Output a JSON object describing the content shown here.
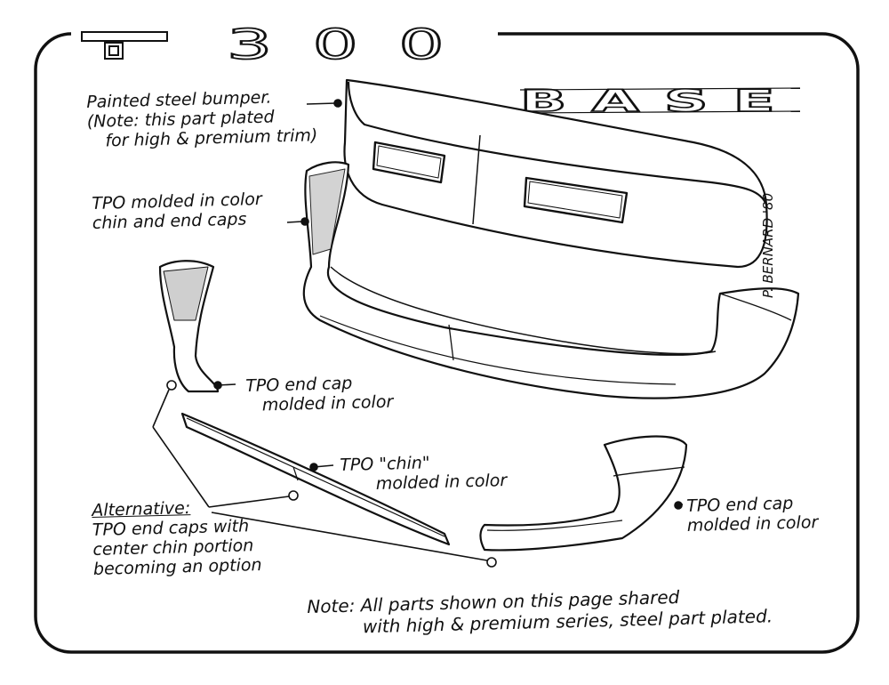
{
  "sheet": {
    "title_left_glyph": "T",
    "title": "300",
    "trim_badge": "BASE",
    "signature": "P. BERNARD '80"
  },
  "labels": {
    "bumper": [
      "Painted steel bumper.",
      "(Note: this part plated",
      "for high & premium trim)"
    ],
    "chin_end_caps": [
      "TPO molded in color",
      "chin and end caps"
    ],
    "end_cap_left": [
      "TPO end cap",
      "molded in color"
    ],
    "chin": [
      "TPO \"chin\"",
      "molded in color"
    ],
    "end_cap_right": [
      "TPO end cap",
      "molded in color"
    ],
    "alternative_heading": "Alternative:",
    "alternative_body": [
      "TPO end caps with",
      "center chin portion",
      "becoming an option"
    ],
    "footer_note": [
      "Note: All parts shown on this page shared",
      "with high & premium series, steel part plated."
    ]
  },
  "colors": {
    "ink": "#111111",
    "paper": "#ffffff"
  }
}
